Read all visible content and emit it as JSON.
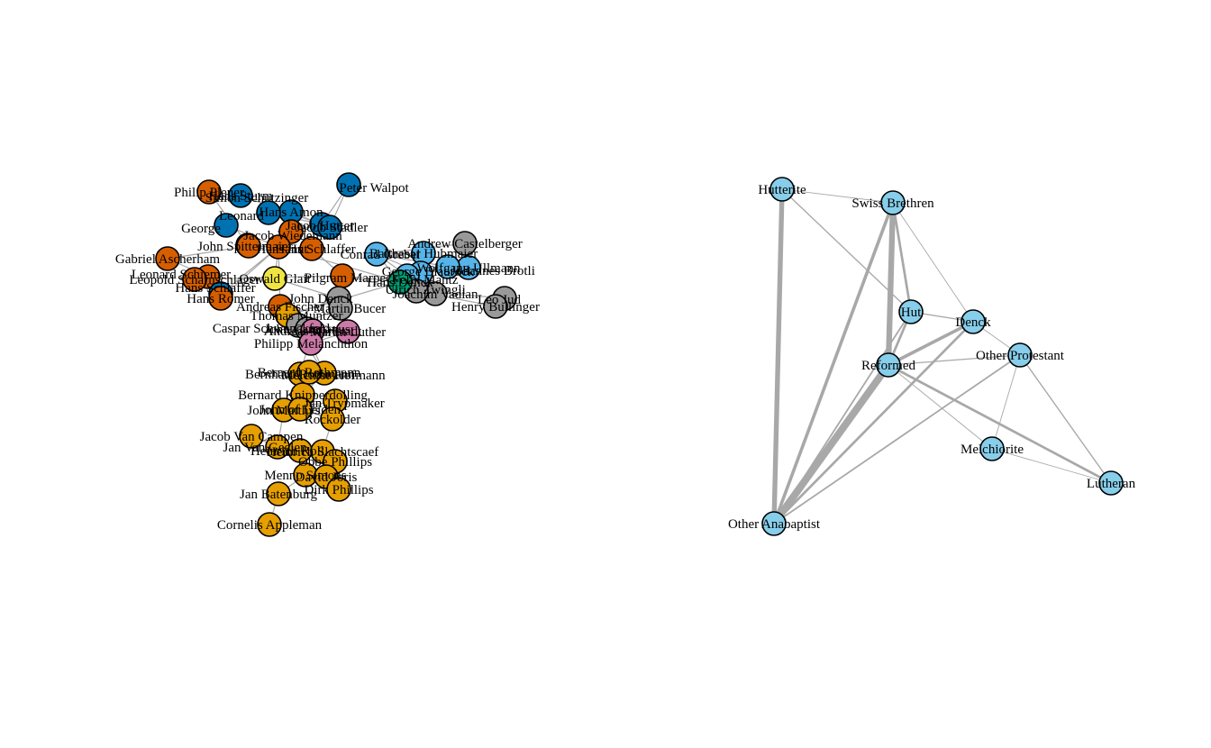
{
  "palette": {
    "orange": "#D55E00",
    "blue": "#0072B2",
    "sky": "#56B4E9",
    "gold": "#E69F00",
    "yellow": "#F0E442",
    "green": "#009E73",
    "grey": "#999999",
    "pink": "#CC79A7",
    "group_node": "#87CEEB",
    "edge": "#A8A8A8"
  },
  "left_network": {
    "nodes": [
      {
        "label": "Peter Walpot",
        "color": "blue"
      },
      {
        "label": "Philip Plener",
        "color": "orange"
      },
      {
        "label": "Hans Amon",
        "color": "blue"
      },
      {
        "label": "Hans Sturm",
        "color": "blue"
      },
      {
        "label": "Leonard",
        "color": "blue"
      },
      {
        "label": "George",
        "color": "blue"
      },
      {
        "label": "Leonard Schiemer",
        "color": "orange"
      },
      {
        "label": "Hans Schlaffer",
        "color": "blue"
      },
      {
        "label": "Jacob Hutter",
        "color": "blue"
      },
      {
        "label": "Jacob Wiedemann",
        "color": "orange"
      },
      {
        "label": "Jacob Stadler",
        "color": "blue"
      },
      {
        "label": "Simon Schutzinger",
        "color": "blue"
      },
      {
        "label": "Gabriel Ascherham",
        "color": "orange"
      },
      {
        "label": "John Spittelmaier",
        "color": "orange"
      },
      {
        "label": "Hans Hut",
        "color": "orange"
      },
      {
        "label": "Hans Schlaffer",
        "color": "orange"
      },
      {
        "label": "Andrew Castelberger",
        "color": "grey"
      },
      {
        "label": "Balthasar Hubmaier",
        "color": "sky"
      },
      {
        "label": "Wolfgang Ullmann",
        "color": "sky"
      },
      {
        "label": "Conrad Grebel",
        "color": "sky"
      },
      {
        "label": "George Blaurock",
        "color": "sky"
      },
      {
        "label": "Johannes Brotli",
        "color": "sky"
      },
      {
        "label": "Felix Mantz",
        "color": "sky"
      },
      {
        "label": "Joachim Vadian",
        "color": "grey"
      },
      {
        "label": "Leo Jud",
        "color": "grey"
      },
      {
        "label": "Henry Bullinger",
        "color": "grey"
      },
      {
        "label": "Ulrich Zwingli",
        "color": "grey"
      },
      {
        "label": "Hans Denck",
        "color": "green"
      },
      {
        "label": "Pilgram Marpeck",
        "color": "orange"
      },
      {
        "label": "Leopold Scharnschlager",
        "color": "orange"
      },
      {
        "label": "Oswald Glait",
        "color": "yellow"
      },
      {
        "label": "Hans Romer",
        "color": "orange"
      },
      {
        "label": "Andreas Fischer",
        "color": "orange"
      },
      {
        "label": "John Denck",
        "color": "grey"
      },
      {
        "label": "Martin Bucer",
        "color": "grey"
      },
      {
        "label": "Thomas Muntzer",
        "color": "gold"
      },
      {
        "label": "Caspar Schwenckfeld",
        "color": "grey"
      },
      {
        "label": "John Campanus",
        "color": "grey"
      },
      {
        "label": "Andreas Karlstadt",
        "color": "pink"
      },
      {
        "label": "Martin Luther",
        "color": "pink"
      },
      {
        "label": "Philipp Melanchthon",
        "color": "pink"
      },
      {
        "label": "Melchior Hofmann",
        "color": "gold"
      },
      {
        "label": "Bernhard Rothmann",
        "color": "gold"
      },
      {
        "label": "Bernard Knipperdolling",
        "color": "gold"
      },
      {
        "label": "John Matthys",
        "color": "gold"
      },
      {
        "label": "John of Leiden",
        "color": "gold"
      },
      {
        "label": "Jan Trypmaker",
        "color": "gold"
      },
      {
        "label": "Bernard Rothmann",
        "color": "gold"
      },
      {
        "label": "Rockolder",
        "color": "gold"
      },
      {
        "label": "Jacob Van Campen",
        "color": "gold"
      },
      {
        "label": "Jan Van Geelen",
        "color": "gold"
      },
      {
        "label": "Heinrich Roll",
        "color": "gold"
      },
      {
        "label": "Heinrich Slachtscaef",
        "color": "gold"
      },
      {
        "label": "Obbe Phillips",
        "color": "gold"
      },
      {
        "label": "Menno Simons",
        "color": "gold"
      },
      {
        "label": "David Joris",
        "color": "gold"
      },
      {
        "label": "Dirk Phillips",
        "color": "gold"
      },
      {
        "label": "Jan Batenburg",
        "color": "gold"
      },
      {
        "label": "Cornelis Appleman",
        "color": "gold"
      }
    ]
  },
  "right_network": {
    "nodes": [
      {
        "label": "Hutterite"
      },
      {
        "label": "Swiss Brethren"
      },
      {
        "label": "Hut"
      },
      {
        "label": "Denck"
      },
      {
        "label": "Reformed"
      },
      {
        "label": "Other Protestant"
      },
      {
        "label": "Melchiorite"
      },
      {
        "label": "Lutheran"
      },
      {
        "label": "Other Anabaptist"
      }
    ],
    "edges": [
      {
        "source": "Hutterite",
        "target": "Other Anabaptist",
        "weight": 6
      },
      {
        "source": "Hutterite",
        "target": "Swiss Brethren",
        "weight": 1
      },
      {
        "source": "Hutterite",
        "target": "Hut",
        "weight": 1.5
      },
      {
        "source": "Swiss Brethren",
        "target": "Other Anabaptist",
        "weight": 4
      },
      {
        "source": "Swiss Brethren",
        "target": "Hut",
        "weight": 3
      },
      {
        "source": "Swiss Brethren",
        "target": "Reformed",
        "weight": 7
      },
      {
        "source": "Swiss Brethren",
        "target": "Denck",
        "weight": 1
      },
      {
        "source": "Reformed",
        "target": "Other Anabaptist",
        "weight": 9
      },
      {
        "source": "Reformed",
        "target": "Hut",
        "weight": 3
      },
      {
        "source": "Reformed",
        "target": "Denck",
        "weight": 4
      },
      {
        "source": "Reformed",
        "target": "Other Protestant",
        "weight": 1.5
      },
      {
        "source": "Reformed",
        "target": "Melchiorite",
        "weight": 1
      },
      {
        "source": "Reformed",
        "target": "Lutheran",
        "weight": 3
      },
      {
        "source": "Hut",
        "target": "Denck",
        "weight": 1.5
      },
      {
        "source": "Hut",
        "target": "Other Anabaptist",
        "weight": 2
      },
      {
        "source": "Denck",
        "target": "Other Anabaptist",
        "weight": 3
      },
      {
        "source": "Denck",
        "target": "Other Protestant",
        "weight": 1
      },
      {
        "source": "Other Protestant",
        "target": "Other Anabaptist",
        "weight": 2
      },
      {
        "source": "Other Protestant",
        "target": "Melchiorite",
        "weight": 1
      },
      {
        "source": "Other Protestant",
        "target": "Lutheran",
        "weight": 1.5
      },
      {
        "source": "Melchiorite",
        "target": "Lutheran",
        "weight": 1
      }
    ]
  }
}
